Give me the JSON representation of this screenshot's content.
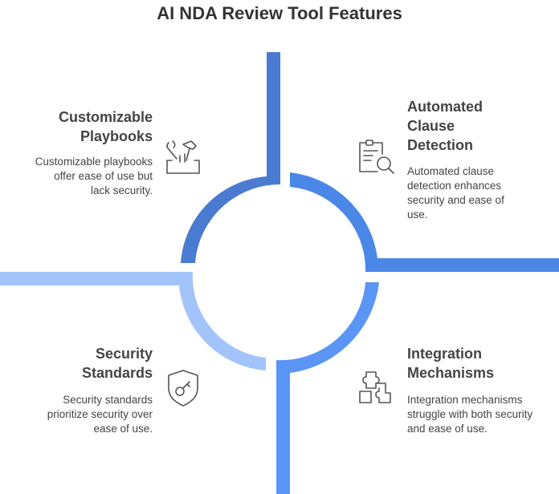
{
  "title": "AI NDA Review Tool Features",
  "colors": {
    "top_left": "#4a7bd0",
    "top_right": "#4a87e6",
    "bottom_right": "#5b95f5",
    "bottom_left": "#a2c4fb",
    "icon_stroke": "#555555"
  },
  "quadrants": {
    "top_left": {
      "heading": "Customizable\nPlaybooks",
      "description": "Customizable playbooks offer ease of use but lack security.",
      "icon": "tools-icon"
    },
    "top_right": {
      "heading": "Automated\nClause\nDetection",
      "description": "Automated clause detection enhances security and ease of use.",
      "icon": "document-search-icon"
    },
    "bottom_left": {
      "heading": "Security\nStandards",
      "description": "Security standards prioritize security over ease of use.",
      "icon": "shield-key-icon"
    },
    "bottom_right": {
      "heading": "Integration\nMechanisms",
      "description": "Integration mechanisms struggle with both security and ease of use.",
      "icon": "puzzle-icon"
    }
  }
}
